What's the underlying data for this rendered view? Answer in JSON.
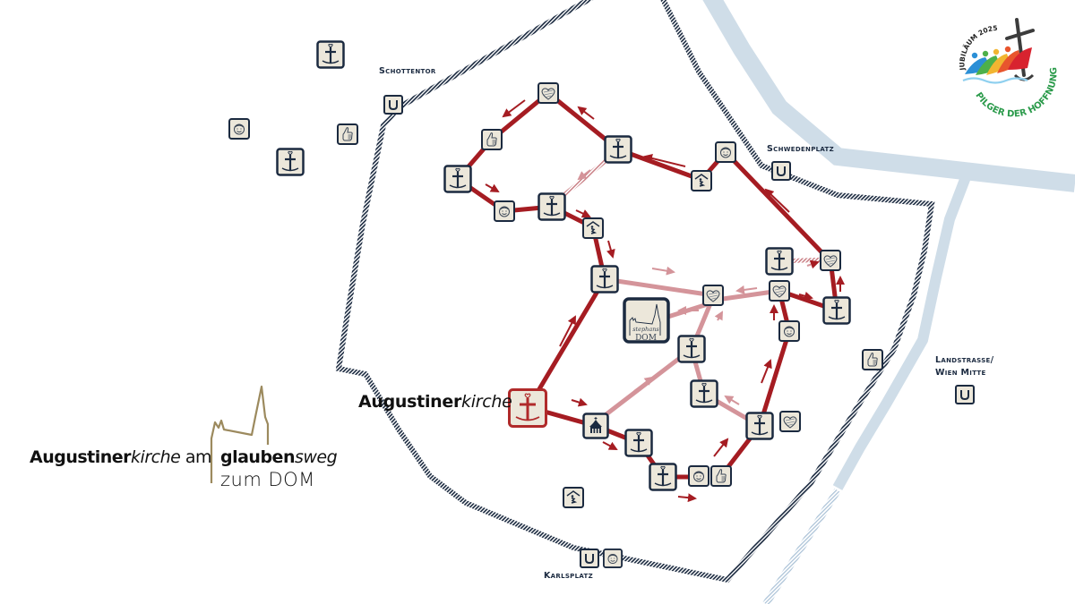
{
  "title": {
    "part1_bold": "Augustiner",
    "part1_italic": "kirche",
    "part1_rest": " am",
    "part2_bold": "glauben",
    "part2_italic": "sweg",
    "part3": "zum DOM"
  },
  "start_label": {
    "bold": "Augustiner",
    "italic": "kirche"
  },
  "jubilee_logo": {
    "top_text": "JUBILÄUM 2025",
    "bottom_text": "PILGER DER HOFFNUNG",
    "colors": [
      "#2b8fd6",
      "#4db04a",
      "#f2b531",
      "#e8552d",
      "#d8232f"
    ]
  },
  "stations": [
    {
      "name": "Schottentor",
      "badge": "U"
    },
    {
      "name": "Schwedenplatz",
      "badge": "U"
    },
    {
      "name": "Landstrasse/",
      "name2": "Wien Mitte",
      "badge": "U"
    },
    {
      "name": "Karlsplatz",
      "badge": "U"
    }
  ],
  "dom_icon": {
    "line1": "stephans",
    "line2": "DOM"
  },
  "colors": {
    "route_primary": "#a51c22",
    "route_secondary": "#d4949a",
    "ring": "#1b2a40",
    "river": "#cfdde8",
    "icon_bg": "#ece7da",
    "icon_border": "#1b2a40",
    "start_border": "#b02a2a",
    "brand_gold": "#9c8a5e"
  },
  "legend_icons": [
    "anchor-icon",
    "heart-icon",
    "smiley-icon",
    "thumbs-up-icon",
    "prayer-house-icon",
    "church-icon",
    "subway-icon",
    "cathedral-icon"
  ]
}
